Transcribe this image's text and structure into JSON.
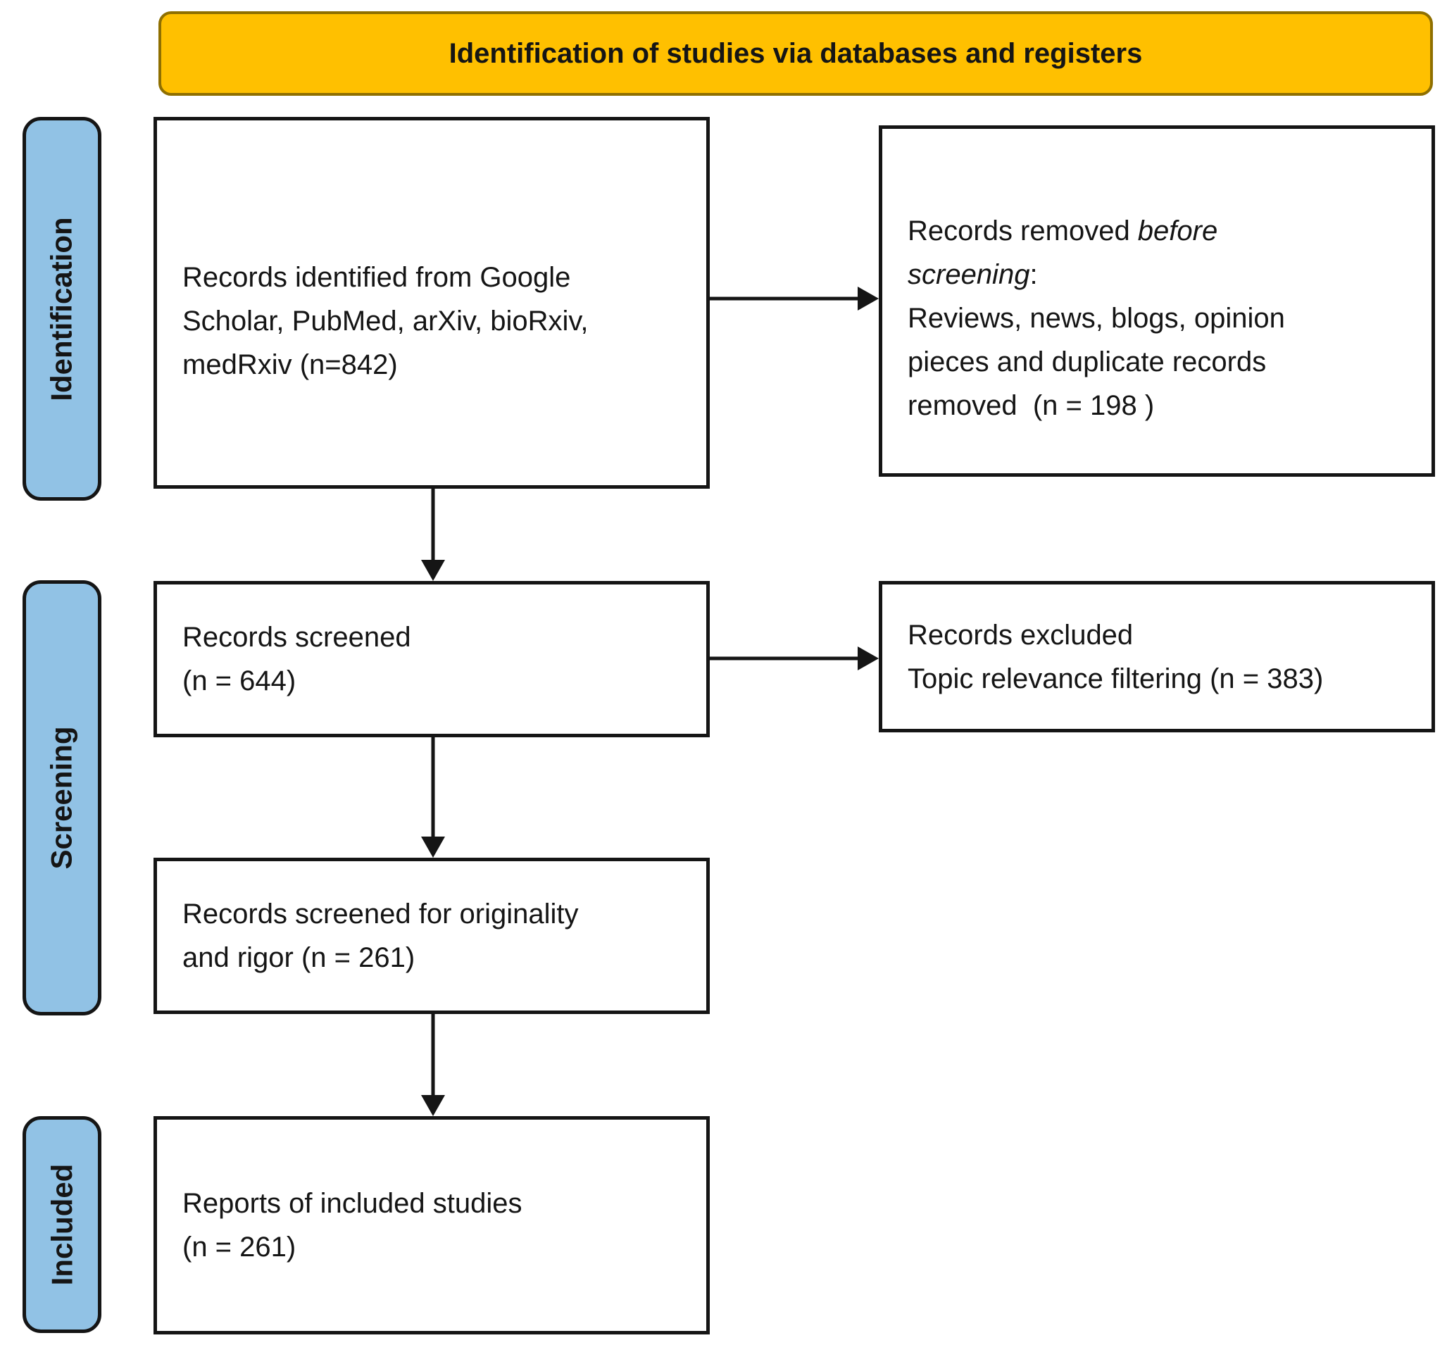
{
  "title": "Identification of studies via databases and registers",
  "stages": {
    "identification": "Identification",
    "screening": "Screening",
    "included": "Included"
  },
  "boxes": {
    "identified": {
      "lines": [
        "Records identified from Google",
        "Scholar, PubMed, arXiv, bioRxiv,",
        "medRxiv (n=842)"
      ]
    },
    "removed": {
      "line1_regular": "Records removed ",
      "line1_italic": "before",
      "line2_italic": "screening",
      "line2_regular": ":",
      "lines": [
        "Reviews, news, blogs, opinion",
        "pieces and duplicate records",
        "removed  (n = 198 )"
      ]
    },
    "screened": {
      "lines": [
        "Records screened",
        "(n = 644)"
      ]
    },
    "excluded": {
      "lines": [
        "Records excluded",
        "Topic relevance filtering (n = 383)"
      ]
    },
    "originality": {
      "lines": [
        "Records screened for originality",
        "and rigor (n = 261)"
      ]
    },
    "included_reports": {
      "lines": [
        "Reports of included studies",
        "(n = 261)"
      ]
    }
  },
  "colors": {
    "banner_fill": "#FFC000",
    "banner_border": "#8F6F00",
    "stage_fill": "#91C2E5",
    "outline": "#151515",
    "background": "#FFFFFF"
  }
}
